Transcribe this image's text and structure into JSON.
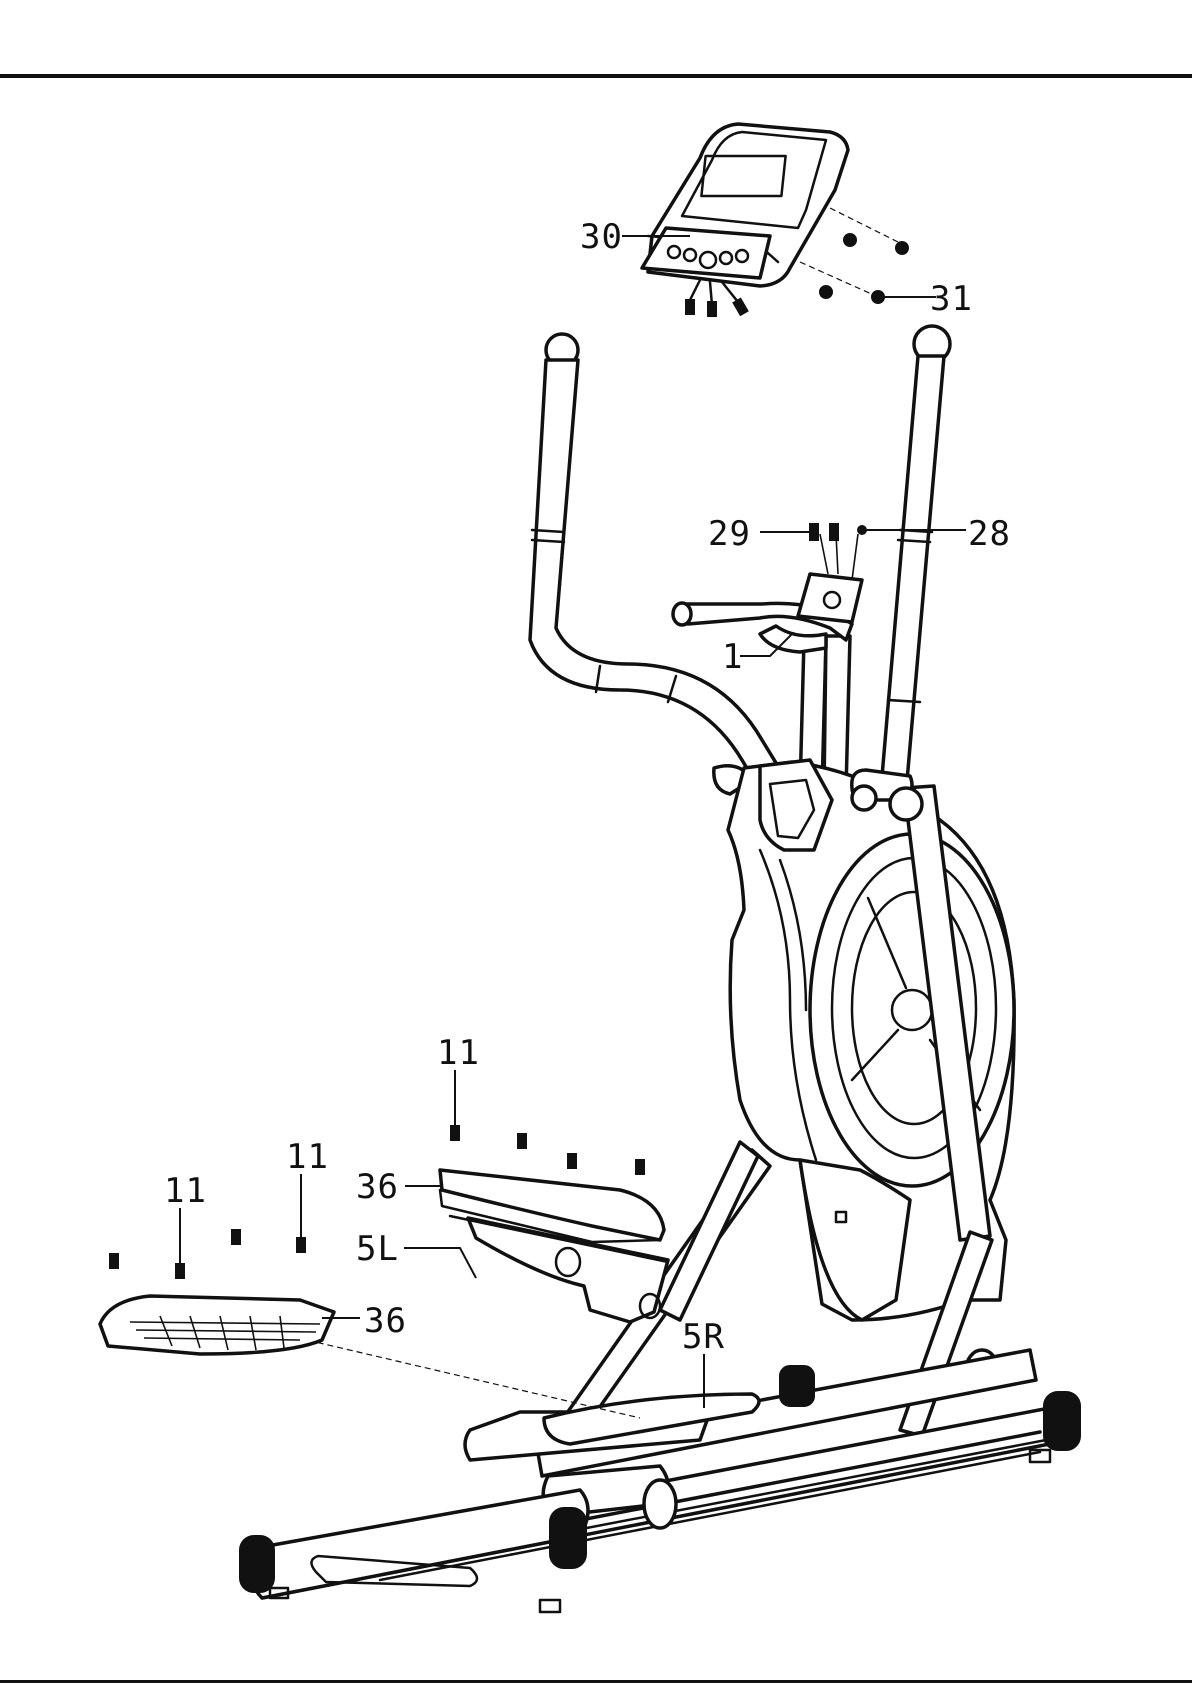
{
  "callouts": {
    "c30": "30",
    "c31": "31",
    "c29": "29",
    "c28": "28",
    "c1": "1",
    "c11a": "11",
    "c36a": "36",
    "c5L": "5L",
    "c11b": "11",
    "c11c": "11",
    "c36b": "36",
    "c5R": "5R"
  }
}
